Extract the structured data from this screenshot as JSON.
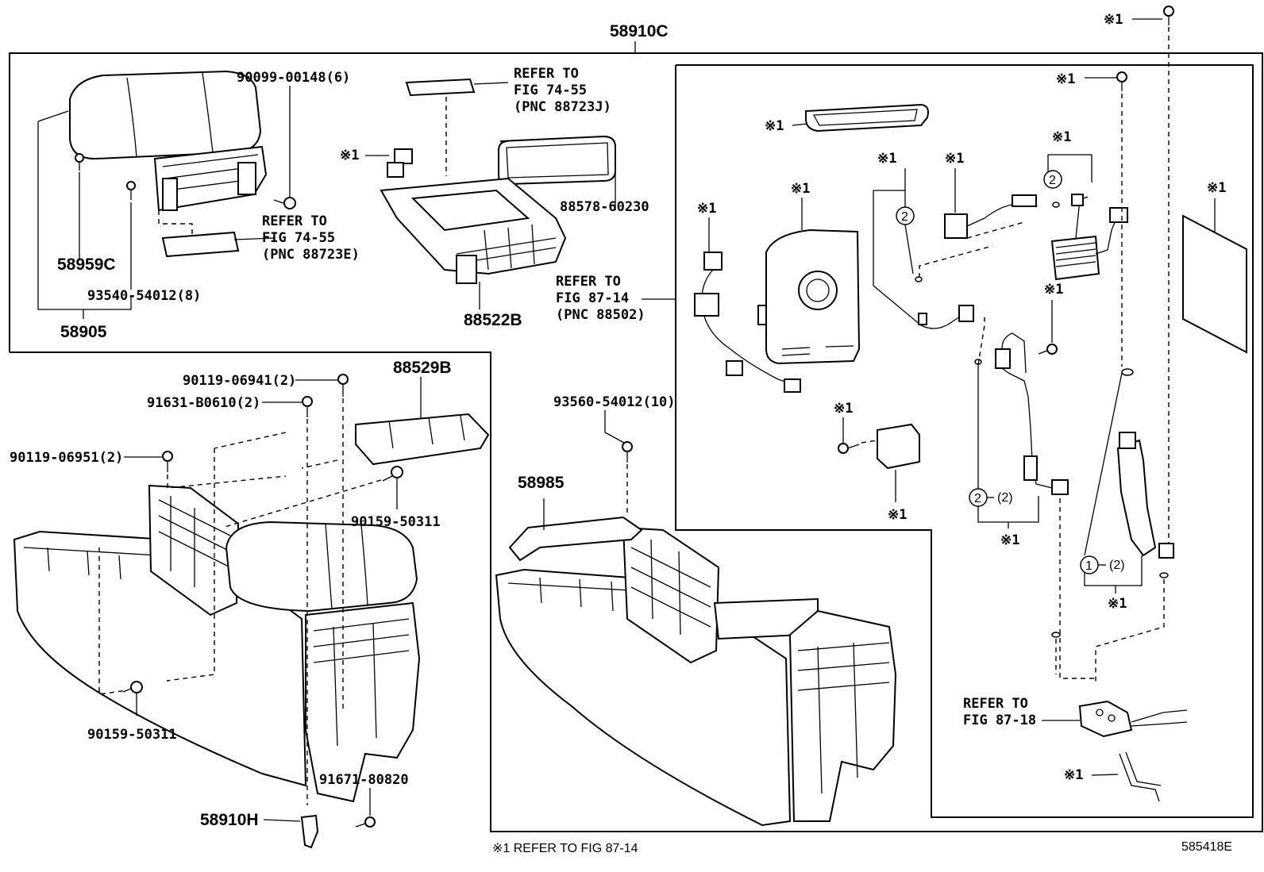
{
  "diagram_id": "585418E",
  "footnote": "※1 REFER TO FIG 87-14",
  "assembly_main": "58910C",
  "parts": {
    "p58905": "58905",
    "p58959C": "58959C",
    "p93540": "93540-54012(8)",
    "p90099": "90099-00148(6)",
    "p88578": "88578-60230",
    "p88522B": "88522B",
    "p88529B": "88529B",
    "p90119_06941": "90119-06941(2)",
    "p91631": "91631-B0610(2)",
    "p90119_06951": "90119-06951(2)",
    "p90159_a": "90159-50311",
    "p90159_b": "90159-50311",
    "p58910H": "58910H",
    "p91671": "91671-80820",
    "p93560": "93560-54012(10)",
    "p58985": "58985"
  },
  "refs": {
    "ref_a": [
      "REFER TO",
      "FIG 74-55",
      "(PNC 88723E)"
    ],
    "ref_b": [
      "REFER TO",
      "FIG 74-55",
      "(PNC 88723J)"
    ],
    "ref_c": [
      "REFER TO",
      "FIG 87-14",
      "(PNC 88502)"
    ],
    "ref_d": [
      "REFER TO",
      "FIG 87-18"
    ]
  },
  "marks": {
    "note": "※1",
    "circle1": "1",
    "circle2": "2",
    "qty2": "(2)"
  }
}
